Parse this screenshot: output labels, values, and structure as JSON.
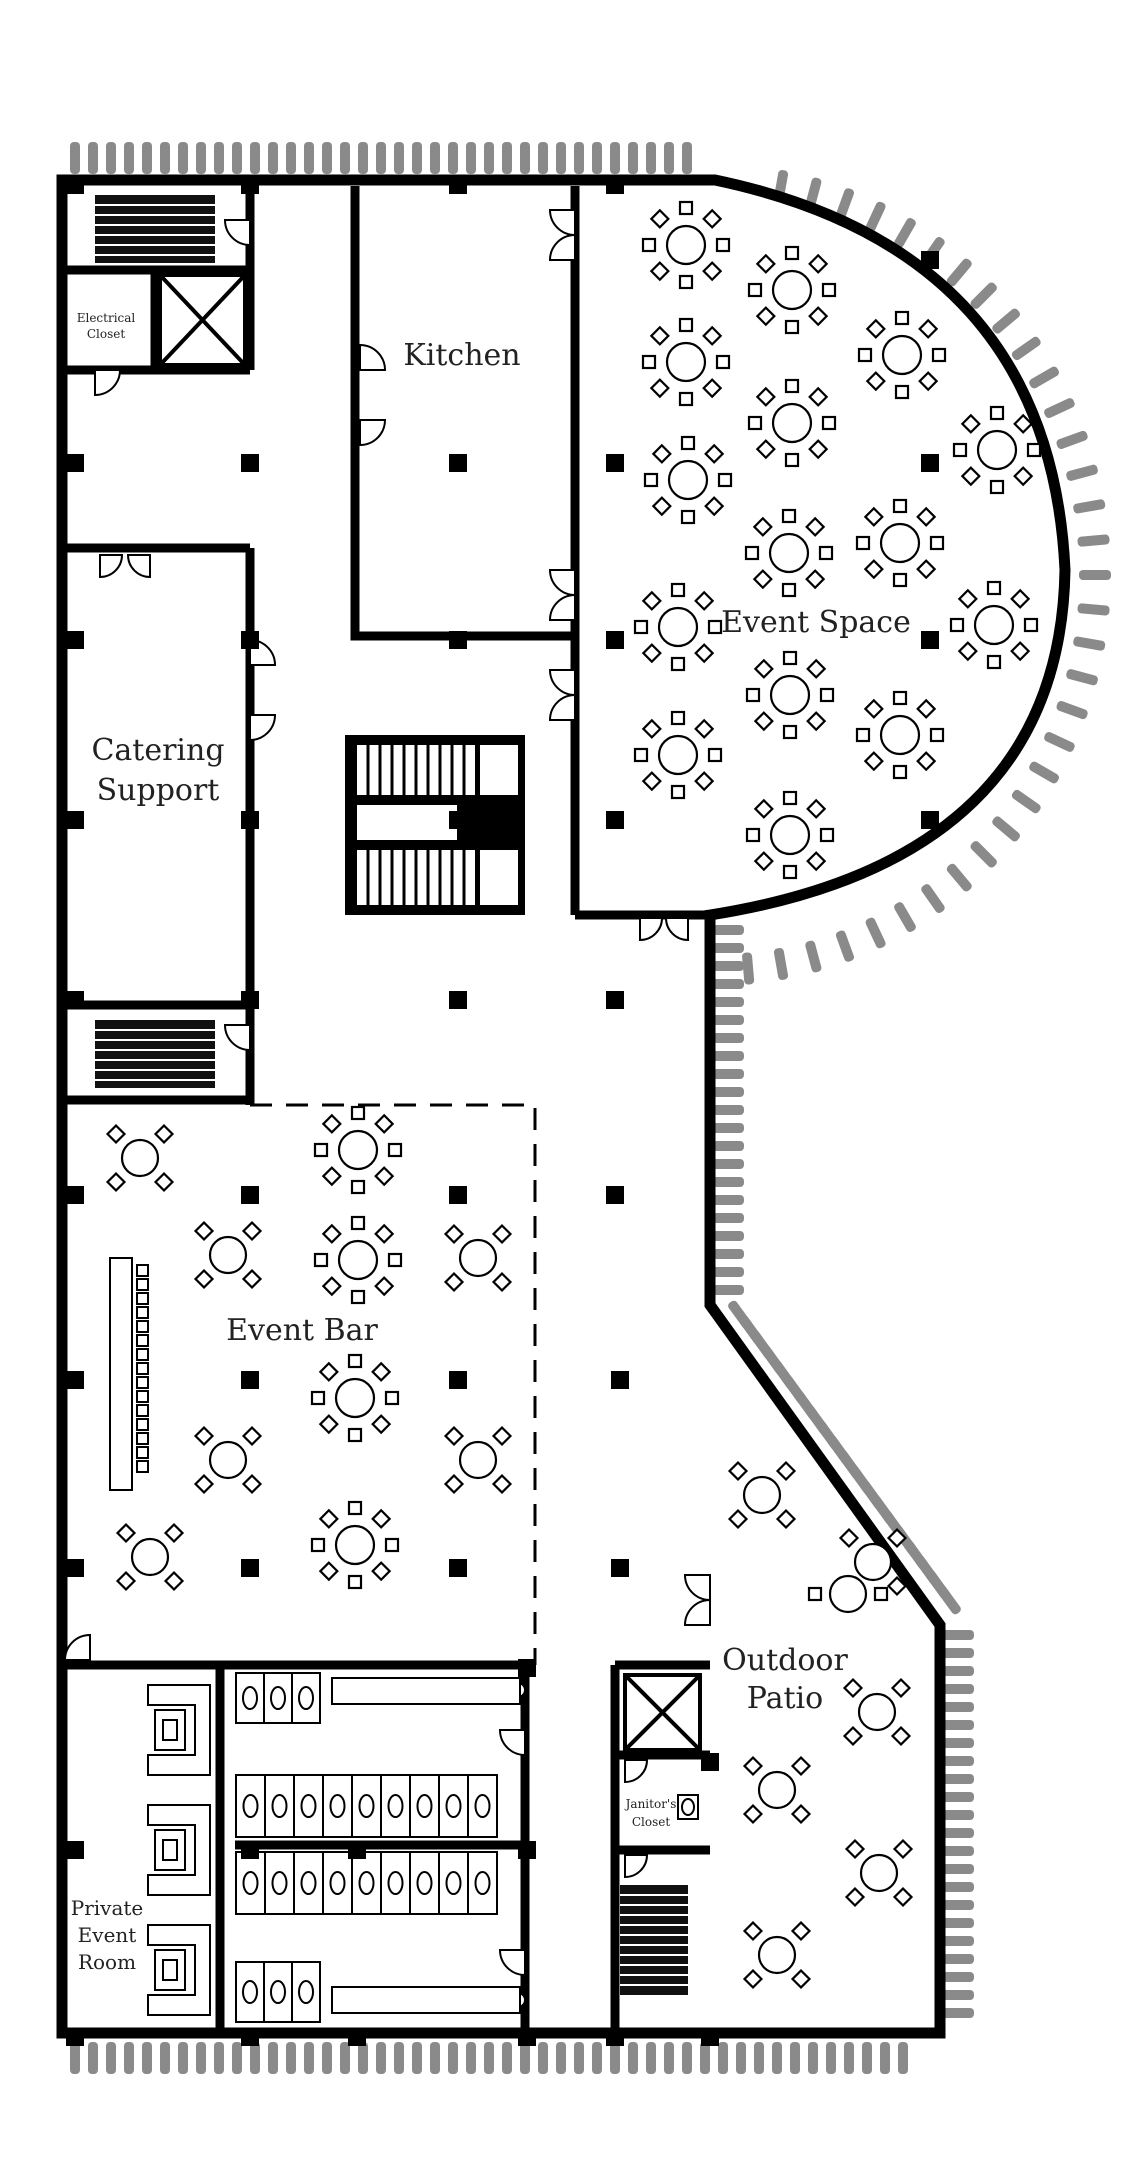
{
  "floor_plan": {
    "rooms": {
      "electrical_closet": [
        "Electrical",
        "Closet"
      ],
      "kitchen": "Kitchen",
      "event_space": "Event Space",
      "catering_support": [
        "Catering",
        "Support"
      ],
      "event_bar": "Event Bar",
      "outdoor_patio": [
        "Outdoor",
        "Patio"
      ],
      "janitors_closet": [
        "Janitor's",
        "Closet"
      ],
      "private_event_room": [
        "Private",
        "Event",
        "Room"
      ]
    },
    "colors": {
      "wall": "#000000",
      "shrub": "#8a8a8a",
      "floor": "#ffffff"
    }
  }
}
